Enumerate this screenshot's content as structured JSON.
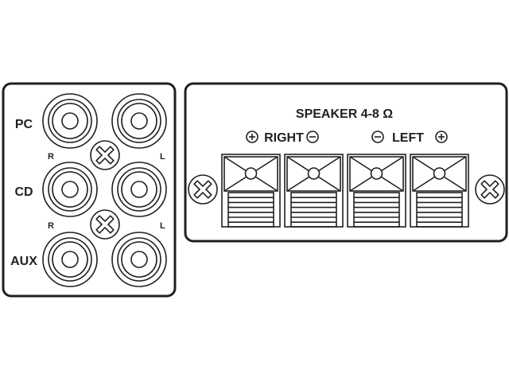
{
  "input_panel": {
    "rows": [
      {
        "label": "PC"
      },
      {
        "label": "CD"
      },
      {
        "label": "AUX"
      }
    ],
    "channel_labels": {
      "right": "R",
      "left": "L"
    }
  },
  "speaker_panel": {
    "title": "SPEAKER 4-8 Ω",
    "right_label": "RIGHT",
    "left_label": "LEFT",
    "terminal_polarity": [
      "+",
      "-",
      "-",
      "+"
    ]
  },
  "colors": {
    "line": "#231f20",
    "background": "#ffffff"
  }
}
